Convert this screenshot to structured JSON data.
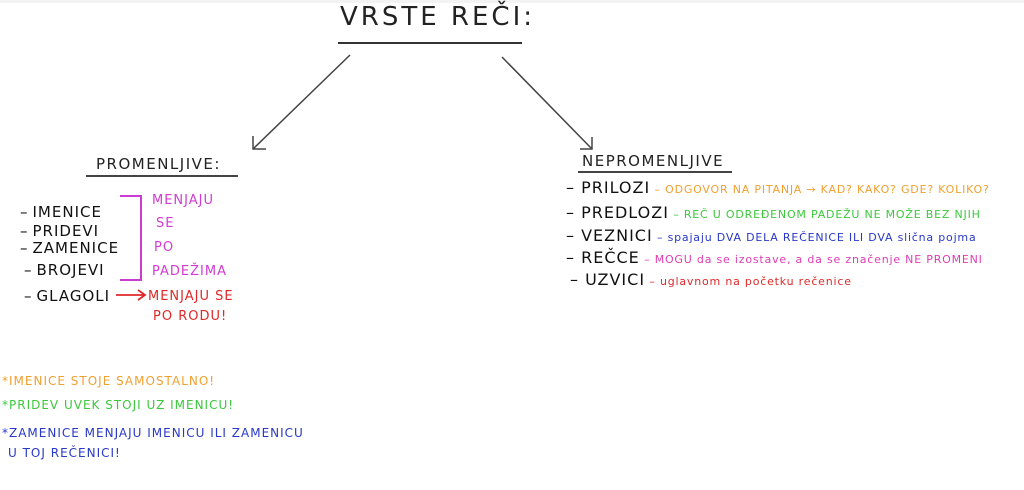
{
  "title": "VRSTE REČI:",
  "left": {
    "heading": "PROMENLJIVE:",
    "items": [
      "IMENICE",
      "PRIDEVI",
      "ZAMENICE",
      "BROJEVI",
      "GLAGOLI"
    ],
    "case_note": [
      "MENJAJU",
      "SE",
      "PO",
      "PADEŽIMA"
    ],
    "verb_note": [
      "MENJAJU SE",
      "PO RODU!"
    ]
  },
  "right": {
    "heading": "NEPROMENLJIVE",
    "items": [
      {
        "term": "PRILOZI",
        "desc": "ODGOVOR NA PITANJA → KAD? KAKO? GDE? KOLIKO?",
        "color": "#f0a030"
      },
      {
        "term": "PREDLOZI",
        "desc": "REČ U ODREĐENOM PADEŽU NE MOŽE BEZ NJIH",
        "color": "#3cc83c"
      },
      {
        "term": "VEZNICI",
        "desc": "spajaju DVA DELA REČENICE ILI DVA slična pojma",
        "color": "#2838c8"
      },
      {
        "term": "REČCE",
        "desc": "MOGU da se izostave, a da se značenje NE PROMENI",
        "color": "#e03cb4"
      },
      {
        "term": "UZVICI",
        "desc": "uglavnom na početku rečenice",
        "color": "#e02828"
      }
    ]
  },
  "notes": [
    {
      "text": "*IMENICE STOJE SAMOSTALNO!",
      "color": "#f0a030"
    },
    {
      "text": "*PRIDEV UVEK STOJI UZ IMENICU!",
      "color": "#3cc83c"
    },
    {
      "text": "*ZAMENICE MENJAJU IMENICU  ILI ZAMENICU",
      "color": "#2838c8"
    },
    {
      "text": "U TOJ REČENICI!",
      "color": "#2838c8"
    }
  ],
  "colors": {
    "case_bracket": "#c83cd2",
    "verb_arrow": "#e02828",
    "ink": "#1a1a1a"
  }
}
